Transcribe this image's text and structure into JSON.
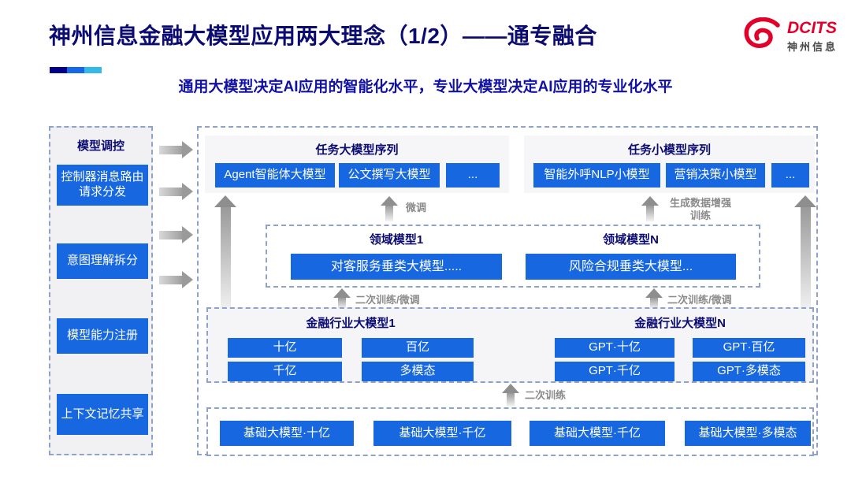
{
  "slide": {
    "title": "神州信息金融大模型应用两大理念（1/2）——通专融合",
    "subtitle": "通用大模型决定AI应用的智能化水平，专业大模型决定AI应用的专业化水平"
  },
  "logo": {
    "brand": "DCITS",
    "brand_cn": "神州信息"
  },
  "accent_bar": {
    "colors": [
      "#00008B",
      "#1668E8",
      "#35B9EA"
    ]
  },
  "sidebar": {
    "title": "模型调控",
    "items": [
      {
        "label": "控制器消息路由请求分发"
      },
      {
        "label": "意图理解拆分"
      },
      {
        "label": "模型能力注册"
      },
      {
        "label": "上下文记忆共享"
      }
    ]
  },
  "task_large_models": {
    "title": "任务大模型序列",
    "items": [
      {
        "label": "Agent智能体大模型"
      },
      {
        "label": "公文撰写大模型"
      },
      {
        "label": "..."
      }
    ]
  },
  "task_small_models": {
    "title": "任务小模型序列",
    "items": [
      {
        "label": "智能外呼NLP小模型"
      },
      {
        "label": "营销决策小模型"
      },
      {
        "label": "..."
      }
    ]
  },
  "flow_labels": {
    "fine_tune": "微调",
    "generate_augment": "生成数据增强训练",
    "secondary_left": "二次训练/微调",
    "secondary_right": "二次训练/微调",
    "secondary_bottom": "二次训练"
  },
  "domain_models": {
    "group1": {
      "title": "领域模型1",
      "item": "对客服务垂类大模型....."
    },
    "groupN": {
      "title": "领域模型N",
      "item": "风险合规垂类大模型..."
    }
  },
  "industry_models": {
    "group1": {
      "title": "金融行业大模型1",
      "items": [
        {
          "label": "十亿"
        },
        {
          "label": "百亿"
        },
        {
          "label": "千亿"
        },
        {
          "label": "多模态"
        }
      ]
    },
    "groupN": {
      "title": "金融行业大模型N",
      "items": [
        {
          "label": "GPT·十亿"
        },
        {
          "label": "GPT·百亿"
        },
        {
          "label": "GPT·千亿"
        },
        {
          "label": "GPT·多模态"
        }
      ]
    }
  },
  "base_models": {
    "items": [
      {
        "label": "基础大模型·十亿"
      },
      {
        "label": "基础大模型·千亿"
      },
      {
        "label": "基础大模型·千亿"
      },
      {
        "label": "基础大模型·多模态"
      }
    ]
  },
  "colors": {
    "accent_blue": "#1667E0",
    "title_navy": "#0B0B72",
    "subtitle_blue": "#1111A3",
    "logo_red": "#E2002B",
    "arrow_gray": "#9A9A9A"
  }
}
